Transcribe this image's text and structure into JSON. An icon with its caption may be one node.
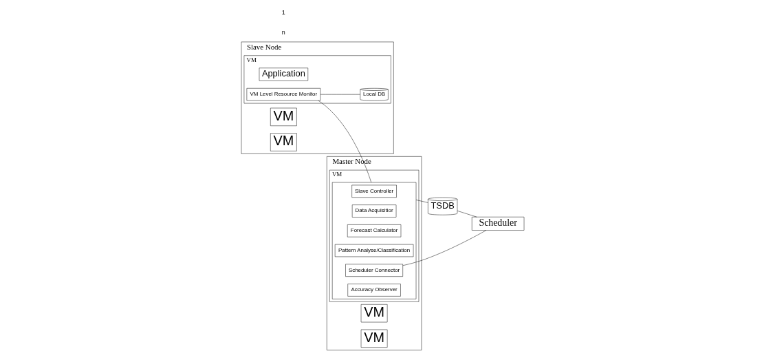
{
  "diagram": {
    "nodes": [
      {
        "text": [
          "Slave Node"
        ]
      },
      {
        "text": [
          "VM"
        ],
        "in": 0
      },
      {
        "text": [
          "Application"
        ],
        "in": 1
      },
      {
        "text": [
          "VM Level Resource Monitor"
        ],
        "in": 1
      },
      {
        "text": [
          "Local DB"
        ],
        "in": 1
      },
      {
        "text": [
          "VM"
        ],
        "in": 0
      },
      {
        "text": [
          "VM"
        ],
        "in": 0
      },
      {
        "text": [
          "Master Node"
        ]
      },
      {
        "text": [
          "VM"
        ],
        "in": 7
      },
      {
        "text": [],
        "shape": "box",
        "in": 8
      },
      {
        "text": [
          "Slave Controller"
        ],
        "in": 9
      },
      {
        "text": [
          "Data Acquisitior"
        ],
        "in": 9
      },
      {
        "text": [
          "Forecast Calculator"
        ],
        "in": 9
      },
      {
        "text": [
          "Pattern Analyse/Classification"
        ],
        "in": 9
      },
      {
        "text": [
          "Scheduler Connector"
        ],
        "in": 9
      },
      {
        "text": [
          "Accuracy Observer"
        ],
        "in": 9
      },
      {
        "text": [
          "VM"
        ],
        "in": 7
      },
      {
        "text": [
          "VM"
        ],
        "in": 7
      },
      {
        "text": [
          "TSDB"
        ]
      },
      {
        "text": [
          "Scheduler"
        ]
      }
    ],
    "edges": [
      {
        "from": 3,
        "to": 4,
        "arrow": "none"
      },
      {
        "from": 3,
        "to": 9,
        "arrow": "none"
      },
      {
        "from": 9,
        "to": 18,
        "arrow": "none"
      },
      {
        "from": 14,
        "to": 19,
        "arrow": "none"
      },
      {
        "from": 18,
        "to": 19,
        "arrow": "none"
      }
    ],
    "labels": [
      "n",
      "1"
    ]
  }
}
